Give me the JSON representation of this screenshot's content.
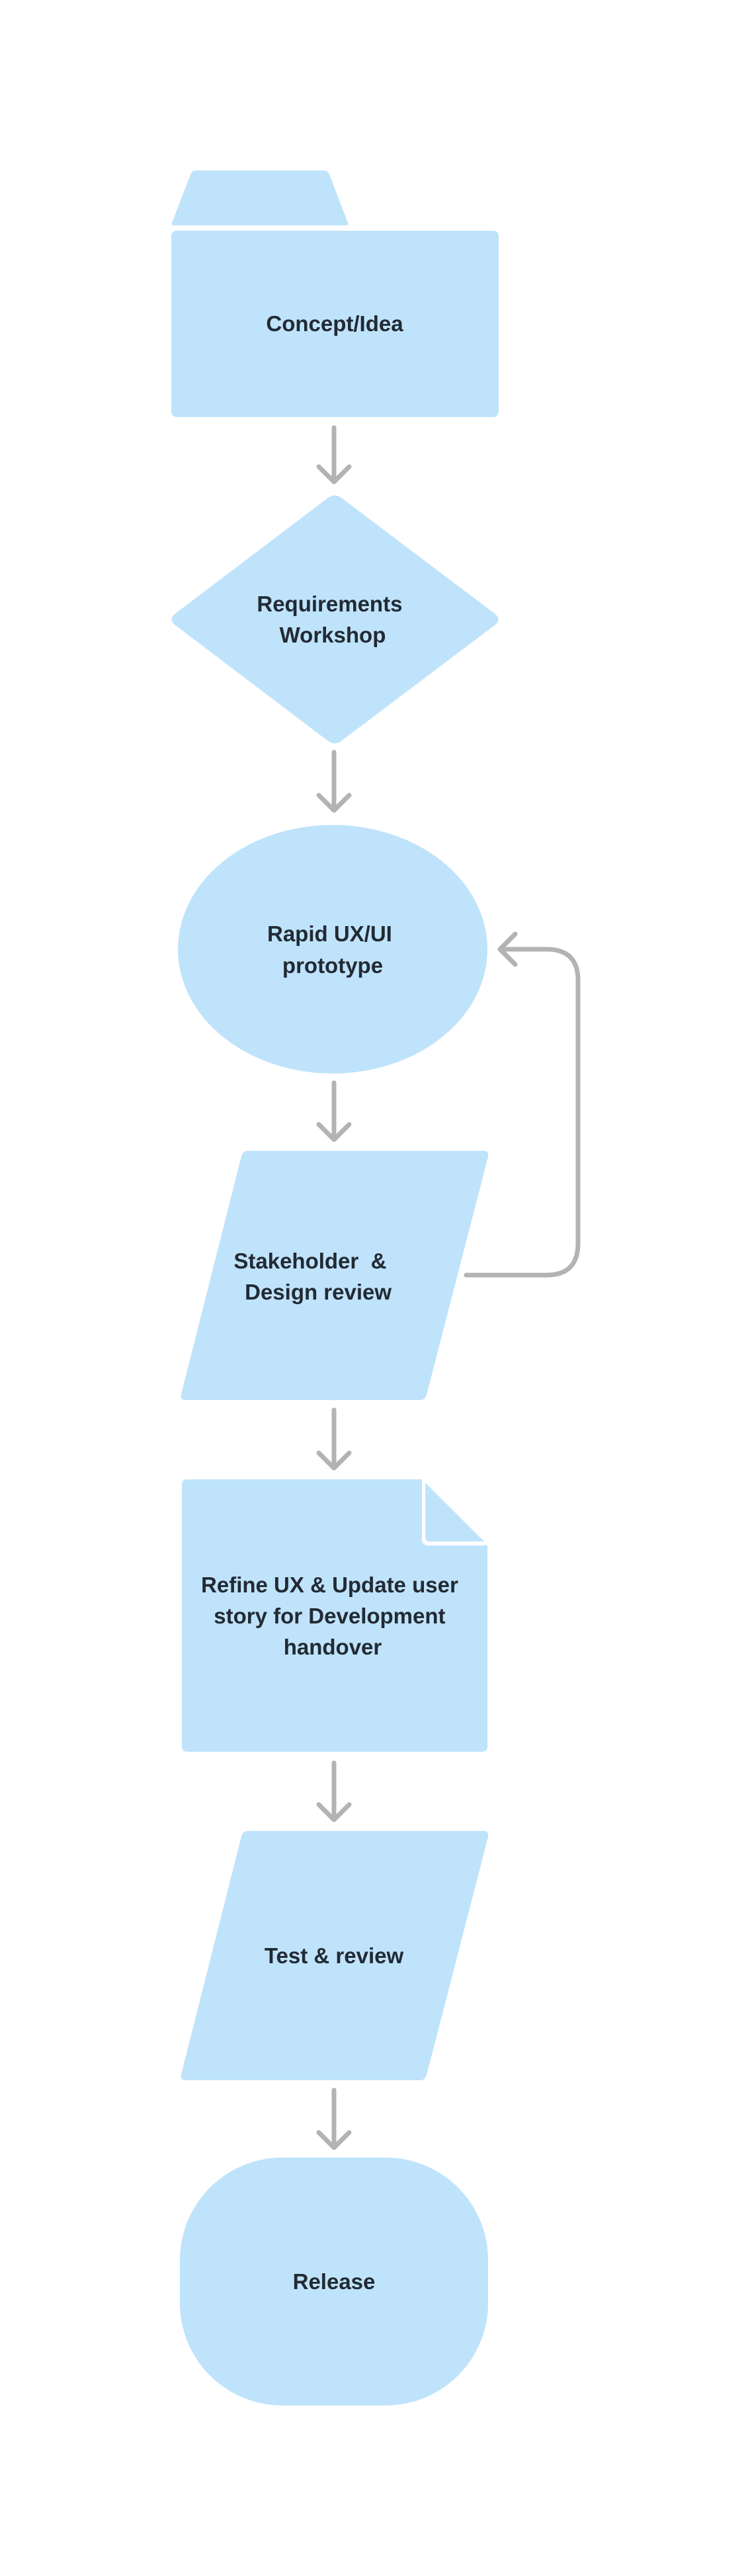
{
  "colors": {
    "node_fill": "#bfe3fb",
    "connector": "#b3b3b3",
    "label": "#222a33",
    "background": "#ffffff"
  },
  "nodes": {
    "concept": {
      "shape": "folder",
      "lines": [
        "Concept/Idea"
      ]
    },
    "requirements": {
      "shape": "diamond",
      "lines": [
        "Requirements",
        "Workshop"
      ]
    },
    "prototype": {
      "shape": "ellipse",
      "lines": [
        "Rapid UX/UI",
        "prototype"
      ]
    },
    "review": {
      "shape": "parallelogram",
      "lines": [
        "Stakeholder  &",
        "Design review"
      ]
    },
    "refine": {
      "shape": "document",
      "lines": [
        "Refine UX & Update user",
        "story for Development",
        "handover"
      ]
    },
    "test": {
      "shape": "parallelogram",
      "lines": [
        "Test & review"
      ]
    },
    "release": {
      "shape": "rounded-rectangle",
      "lines": [
        "Release"
      ]
    }
  },
  "connectors": [
    {
      "from": "concept",
      "to": "requirements"
    },
    {
      "from": "requirements",
      "to": "prototype"
    },
    {
      "from": "prototype",
      "to": "review"
    },
    {
      "from": "review",
      "to": "prototype",
      "type": "feedback-loop"
    },
    {
      "from": "review",
      "to": "refine"
    },
    {
      "from": "refine",
      "to": "test"
    },
    {
      "from": "test",
      "to": "release"
    }
  ]
}
